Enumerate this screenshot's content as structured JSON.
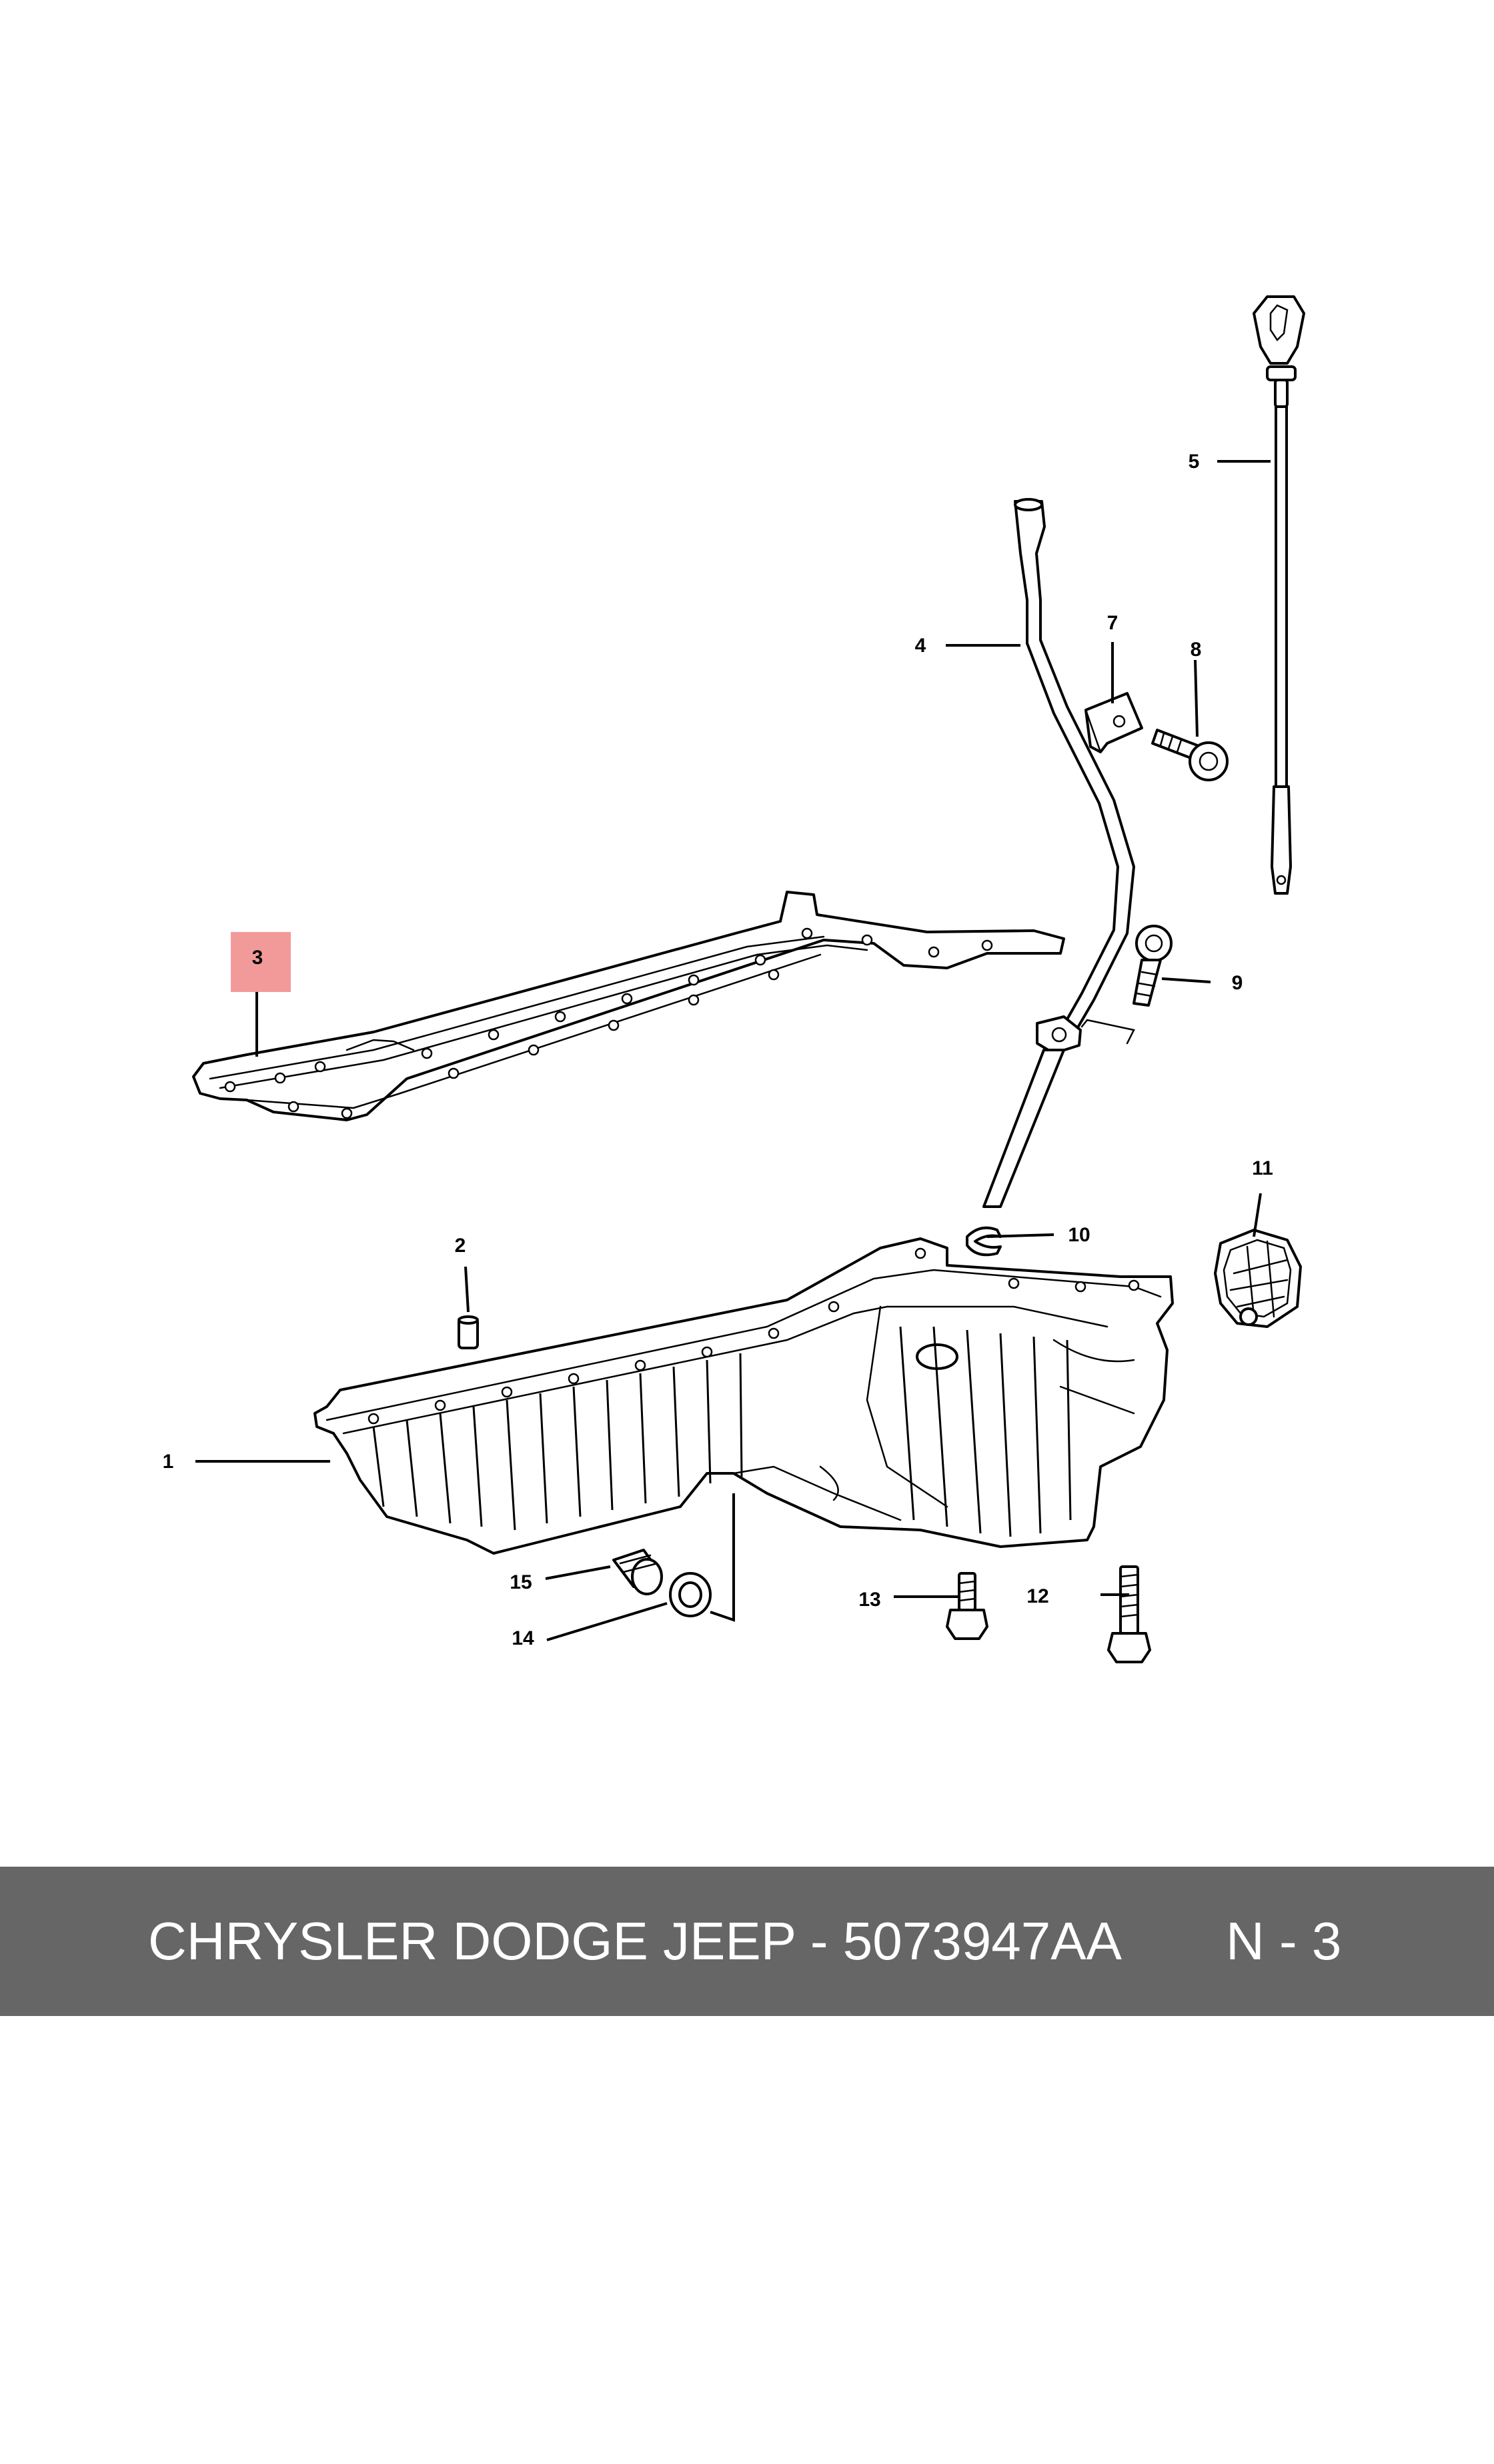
{
  "diagram": {
    "callouts": [
      {
        "id": "1",
        "label": "1"
      },
      {
        "id": "2",
        "label": "2"
      },
      {
        "id": "3",
        "label": "3"
      },
      {
        "id": "4",
        "label": "4"
      },
      {
        "id": "5",
        "label": "5"
      },
      {
        "id": "7",
        "label": "7"
      },
      {
        "id": "8",
        "label": "8"
      },
      {
        "id": "9",
        "label": "9"
      },
      {
        "id": "10",
        "label": "10"
      },
      {
        "id": "11",
        "label": "11"
      },
      {
        "id": "12",
        "label": "12"
      },
      {
        "id": "13",
        "label": "13"
      },
      {
        "id": "14",
        "label": "14"
      },
      {
        "id": "15",
        "label": "15"
      }
    ],
    "highlighted_callout": "3",
    "highlight_color": "#f29a9a"
  },
  "footer": {
    "title": "CHRYSLER DODGE JEEP - 5073947AA",
    "code": "N - 3",
    "background": "#666666",
    "text_color": "#ffffff"
  }
}
